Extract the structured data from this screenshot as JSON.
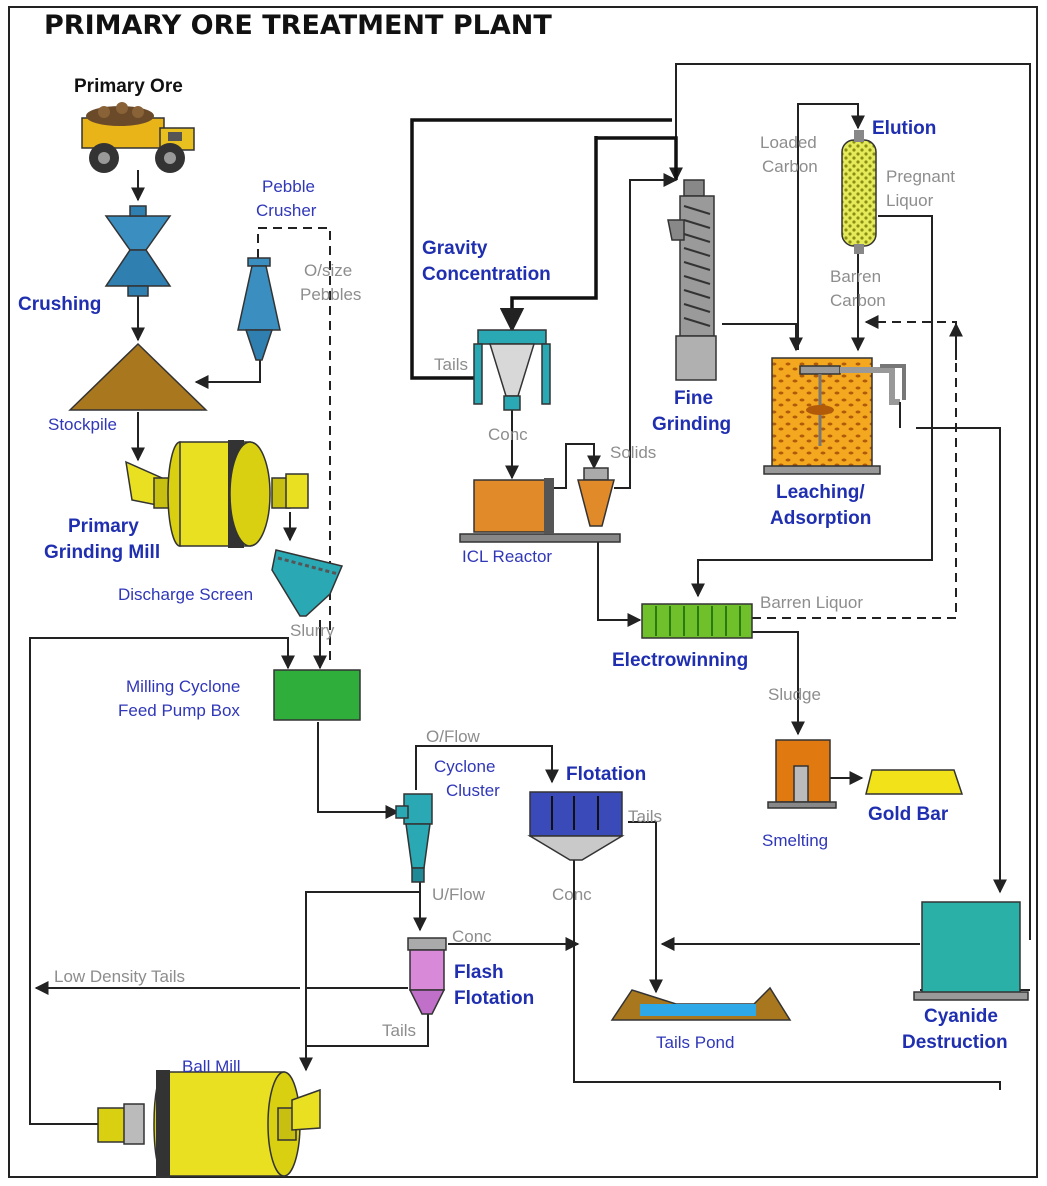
{
  "title": "PRIMARY ORE TREATMENT PLANT",
  "units": {
    "primary_ore": "Primary Ore",
    "crushing": "Crushing",
    "pebble_crusher": [
      "Pebble",
      "Crusher"
    ],
    "stockpile": "Stockpile",
    "primary_grinding_mill": [
      "Primary",
      "Grinding Mill"
    ],
    "discharge_screen": "Discharge Screen",
    "milling_cyclone_feed_pump_box": [
      "Milling Cyclone",
      "Feed Pump Box"
    ],
    "cyclone_cluster": [
      "Cyclone",
      "Cluster"
    ],
    "flash_flotation": [
      "Flash",
      "Flotation"
    ],
    "ball_mill": "Ball Mill",
    "gravity_concentration": [
      "Gravity",
      "Concentration"
    ],
    "icl_reactor": "ICL Reactor",
    "fine_grinding": [
      "Fine",
      "Grinding"
    ],
    "elution": "Elution",
    "leaching_adsorption": [
      "Leaching/",
      "Adsorption"
    ],
    "electrowinning": "Electrowinning",
    "smelting": "Smelting",
    "gold_bar": "Gold Bar",
    "flotation": "Flotation",
    "tails_pond": "Tails Pond",
    "cyanide_destruction": [
      "Cyanide",
      "Destruction"
    ]
  },
  "streams": {
    "osize_pebbles": [
      "O/size",
      "Pebbles"
    ],
    "slurry": "Slurry",
    "tails_gravity": "Tails",
    "conc_gravity": "Conc",
    "solids": "Solids",
    "loaded_carbon": [
      "Loaded",
      "Carbon"
    ],
    "pregnant_liquor": [
      "Pregnant",
      "Liquor"
    ],
    "barren_carbon": [
      "Barren",
      "Carbon"
    ],
    "barren_liquor": "Barren Liquor",
    "sludge": "Sludge",
    "oflow": "O/Flow",
    "uflow": "U/Flow",
    "tails_flotation": "Tails",
    "conc_flotation": "Conc",
    "conc_flash": "Conc",
    "tails_flash": "Tails",
    "low_density_tails": "Low Density Tails"
  },
  "colors": {
    "unit_label": "#1f2fb0",
    "stream_label": "#8d8d8d",
    "crusher_blue": "#3a8fc0",
    "mill_yellow": "#e8e020",
    "stockpile_brown": "#a9781e",
    "pump_box_green": "#2fae3c",
    "cyclone_teal": "#2aa8b4",
    "elution_yellow": "#d8e23a",
    "leach_orange": "#f3a020",
    "electrowinning_green": "#6fc02a",
    "smelter_orange": "#e07a10",
    "gold_yellow": "#f2e21a",
    "pond_blue": "#2fa8e8",
    "cyanide_teal": "#2ab0a6",
    "flash_pink": "#d88ad8"
  },
  "icons": [
    "haul-truck-icon",
    "cone-crusher-icon",
    "grinding-mill-icon",
    "hydrocyclone-icon",
    "flotation-cell-icon",
    "leach-tank-icon",
    "electrowinning-cell-icon",
    "smelting-furnace-icon",
    "gold-bar-icon"
  ]
}
